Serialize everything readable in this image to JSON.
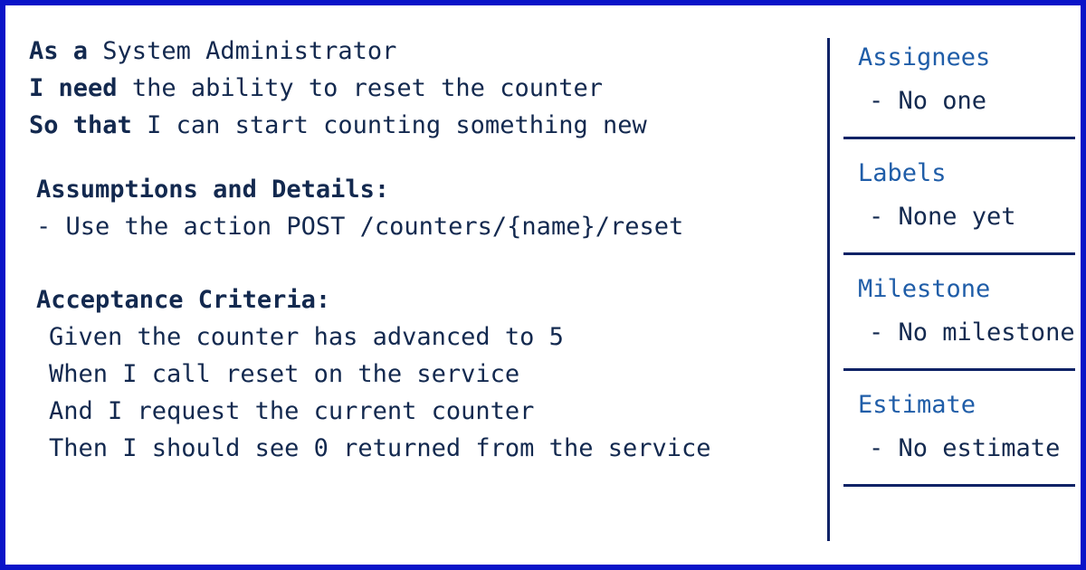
{
  "story": {
    "lines": [
      {
        "keyword": "As a",
        "text": "System Administrator"
      },
      {
        "keyword": "I need",
        "text": "the ability to reset the counter"
      },
      {
        "keyword": "So that",
        "text": "I can start counting something new"
      }
    ]
  },
  "assumptions": {
    "title": "Assumptions and Details:",
    "items": [
      "- Use the action POST /counters/{name}/reset"
    ]
  },
  "acceptance": {
    "title": "Acceptance Criteria:",
    "lines": [
      "Given the counter has advanced to 5",
      "When I call reset on the service",
      "And I request the current counter",
      "Then I should see 0 returned from the service"
    ]
  },
  "sidebar": {
    "sections": [
      {
        "title": "Assignees",
        "value": "- No one"
      },
      {
        "title": "Labels",
        "value": "- None yet"
      },
      {
        "title": "Milestone",
        "value": "- No milestone"
      },
      {
        "title": "Estimate",
        "value": "- No estimate"
      }
    ]
  },
  "colors": {
    "frame_border": "#0a14c8",
    "body_text": "#13294f",
    "sidebar_title": "#1f5da8",
    "divider": "#0d2266"
  }
}
